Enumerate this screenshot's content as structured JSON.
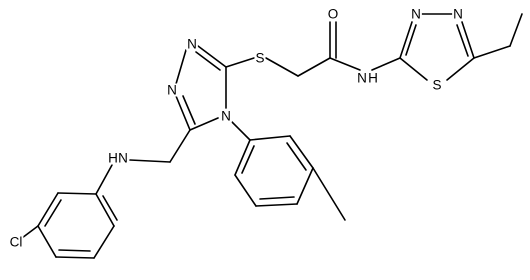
{
  "figure": {
    "type": "chemical-structure",
    "colors": {
      "bond": "#000000",
      "label": "#000000",
      "background": "#ffffff"
    }
  },
  "atoms": {
    "carbonyl_o": "O",
    "thiadiazole_n3": "N",
    "thiadiazole_n4": "N",
    "amide_n": "N",
    "amide_h": "H",
    "thiadiazole_s": "S",
    "thioether_s": "S",
    "triazole_n1": "N",
    "triazole_n2": "N",
    "triazole_n4": "N",
    "amine_h": "H",
    "amine_n": "N",
    "chlorine": "Cl"
  }
}
